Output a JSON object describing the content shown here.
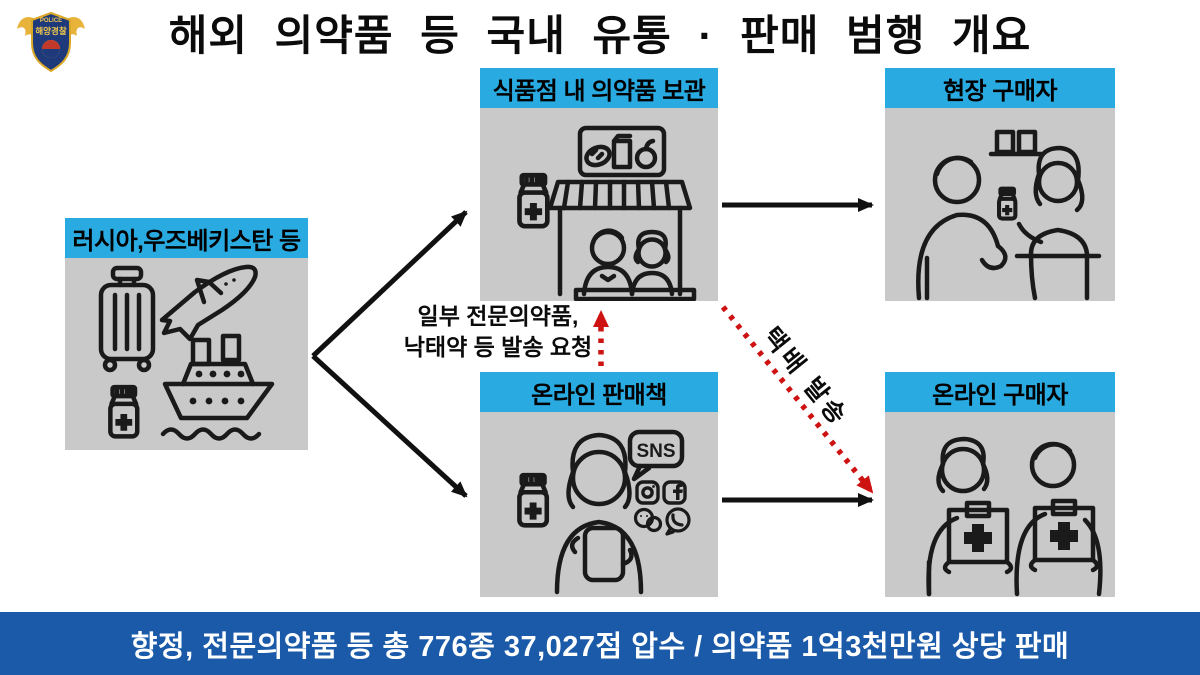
{
  "title": "해외 의약품 등 국내 유통 · 판매 범행 개요",
  "logo": {
    "top_label": "POLICE",
    "org_label": "해양경찰"
  },
  "boxes": {
    "source": {
      "label": "러시아,우즈베키스탄 등"
    },
    "store": {
      "label": "식품점 내 의약품 보관"
    },
    "onsite_buyer": {
      "label": "현장 구매자"
    },
    "online_seller": {
      "label": "온라인 판매책",
      "sns_badge": "SNS"
    },
    "online_buyer": {
      "label": "온라인 구매자"
    }
  },
  "annotations": {
    "request_line1": "일부 전문의약품,",
    "request_line2": "낙태약 등 발송 요청",
    "parcel_label": "택배 발송"
  },
  "banner": {
    "text": "향정, 전문의약품 등 총 776종 37,027점 압수 / 의약품 1억3천만원 상당 판매"
  },
  "colors": {
    "header_cyan": "#29ABE2",
    "body_gray": "#C9C9C9",
    "banner_blue": "#1A5AA8",
    "arrow_black": "#111111",
    "arrow_red": "#CE1212"
  }
}
